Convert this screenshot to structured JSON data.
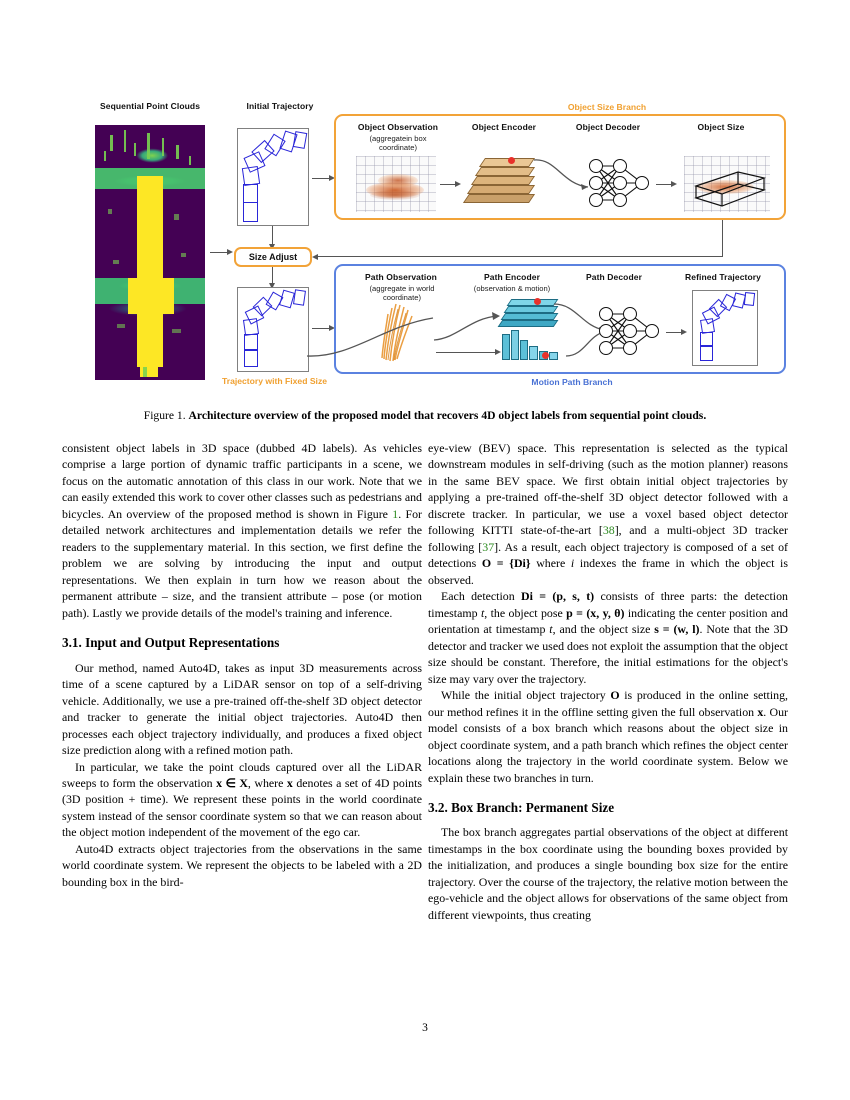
{
  "figure": {
    "labels": {
      "sequential_point_clouds": "Sequential Point Clouds",
      "initial_trajectory": "Initial Trajectory",
      "size_adjust": "Size Adjust",
      "trajectory_with_fixed_size": "Trajectory with Fixed Size",
      "object_size_branch": "Object Size Branch",
      "motion_path_branch": "Motion Path Branch",
      "object_observation": "Object Observation",
      "object_observation_sub": "(aggregatein box coordinate)",
      "object_encoder": "Object Encoder",
      "object_decoder": "Object Decoder",
      "object_size": "Object Size",
      "path_observation": "Path Observation",
      "path_observation_sub": "(aggregate in world coordinate)",
      "path_encoder": "Path Encoder",
      "path_encoder_sub": "(observation & motion)",
      "path_decoder": "Path Decoder",
      "refined_trajectory": "Refined Trajectory"
    },
    "colors": {
      "orange": "#f0a030",
      "blue": "#4a72d4",
      "trajectory_box": "#2a26d8",
      "pointcloud_high": "#fde725",
      "pointcloud_low": "#440154"
    },
    "caption_prefix": "Figure 1. ",
    "caption_bold": "Architecture overview of the proposed model that recovers 4D object labels from sequential point clouds."
  },
  "left_column": {
    "paragraph_1": "consistent object labels in 3D space (dubbed 4D labels). As vehicles comprise a large portion of dynamic traffic participants in a scene, we focus on the automatic annotation of this class in our work. Note that we can easily extended this work to cover other classes such as pedestrians and bicycles. An overview of the proposed method is shown in Figure ",
    "paragraph_1_ref": "1",
    "paragraph_1_cont": ". For detailed network architectures and implementation details we refer the readers to the supplementary material. In this section, we first define the problem we are solving by introducing the input and output representations. We then explain in turn how we reason about the permanent attribute – size, and the transient attribute – pose (or motion path). Lastly we provide details of the model's training and inference.",
    "section_3_1": "3.1. Input and Output Representations",
    "paragraph_2": "Our method, named Auto4D, takes as input 3D measurements across time of a scene captured by a LiDAR sensor on top of a self-driving vehicle. Additionally, we use a pre-trained off-the-shelf 3D object detector and tracker to generate the initial object trajectories. Auto4D then processes each object trajectory individually, and produces a fixed object size prediction along with a refined motion path.",
    "paragraph_3_a": "In particular, we take the point clouds captured over all the LiDAR sweeps to form the observation ",
    "paragraph_3_math1": "x ∈ X",
    "paragraph_3_b": ", where ",
    "paragraph_3_math2": "x",
    "paragraph_3_c": " denotes a set of 4D points (3D position + time). We represent these points in the world coordinate system instead of the sensor coordinate system so that we can reason about the object motion independent of the movement of the ego car.",
    "paragraph_4": "Auto4D extracts object trajectories from the observations in the same world coordinate system. We represent the objects to be labeled with a 2D bounding box in the bird-"
  },
  "right_column": {
    "paragraph_1_a": "eye-view (BEV) space. This representation is selected as the typical downstream modules in self-driving (such as the motion planner) reasons in the same BEV space. We first obtain initial object trajectories by applying a pre-trained off-the-shelf 3D object detector followed with a discrete tracker. In particular, we use a voxel based object detector following KITTI state-of-the-art [",
    "paragraph_1_ref1": "38",
    "paragraph_1_b": "], and a multi-object 3D tracker following [",
    "paragraph_1_ref2": "37",
    "paragraph_1_c": "]. As a result, each object trajectory is composed of a set of detections ",
    "paragraph_1_math": "O = {Di}",
    "paragraph_1_d": " where ",
    "paragraph_1_math2": "i",
    "paragraph_1_e": " indexes the frame in which the object is observed.",
    "paragraph_2_a": "Each detection ",
    "paragraph_2_math1": "Di = (p, s, t)",
    "paragraph_2_b": " consists of three parts: the detection timestamp ",
    "paragraph_2_math2": "t",
    "paragraph_2_c": ", the object pose ",
    "paragraph_2_math3": "p = (x, y, θ)",
    "paragraph_2_d": " indicating the center position and orientation at timestamp ",
    "paragraph_2_math4": "t",
    "paragraph_2_e": ", and the object size ",
    "paragraph_2_math5": "s = (w, l)",
    "paragraph_2_f": ". Note that the 3D detector and tracker we used does not exploit the assumption that the object size should be constant. Therefore, the initial estimations for the object's size may vary over the trajectory.",
    "paragraph_3_a": "While the initial object trajectory ",
    "paragraph_3_math1": "O",
    "paragraph_3_b": " is produced in the online setting, our method refines it in the offline setting given the full observation ",
    "paragraph_3_math2": "x",
    "paragraph_3_c": ". Our model consists of a box branch which reasons about the object size in object coordinate system, and a path branch which refines the object center locations along the trajectory in the world coordinate system. Below we explain these two branches in turn.",
    "section_3_2": "3.2. Box Branch: Permanent Size",
    "paragraph_4": "The box branch aggregates partial observations of the object at different timestamps in the box coordinate using the bounding boxes provided by the initialization, and produces a single bounding box size for the entire trajectory. Over the course of the trajectory, the relative motion between the ego-vehicle and the object allows for observations of the same object from different viewpoints, thus creating"
  },
  "page_number": "3"
}
